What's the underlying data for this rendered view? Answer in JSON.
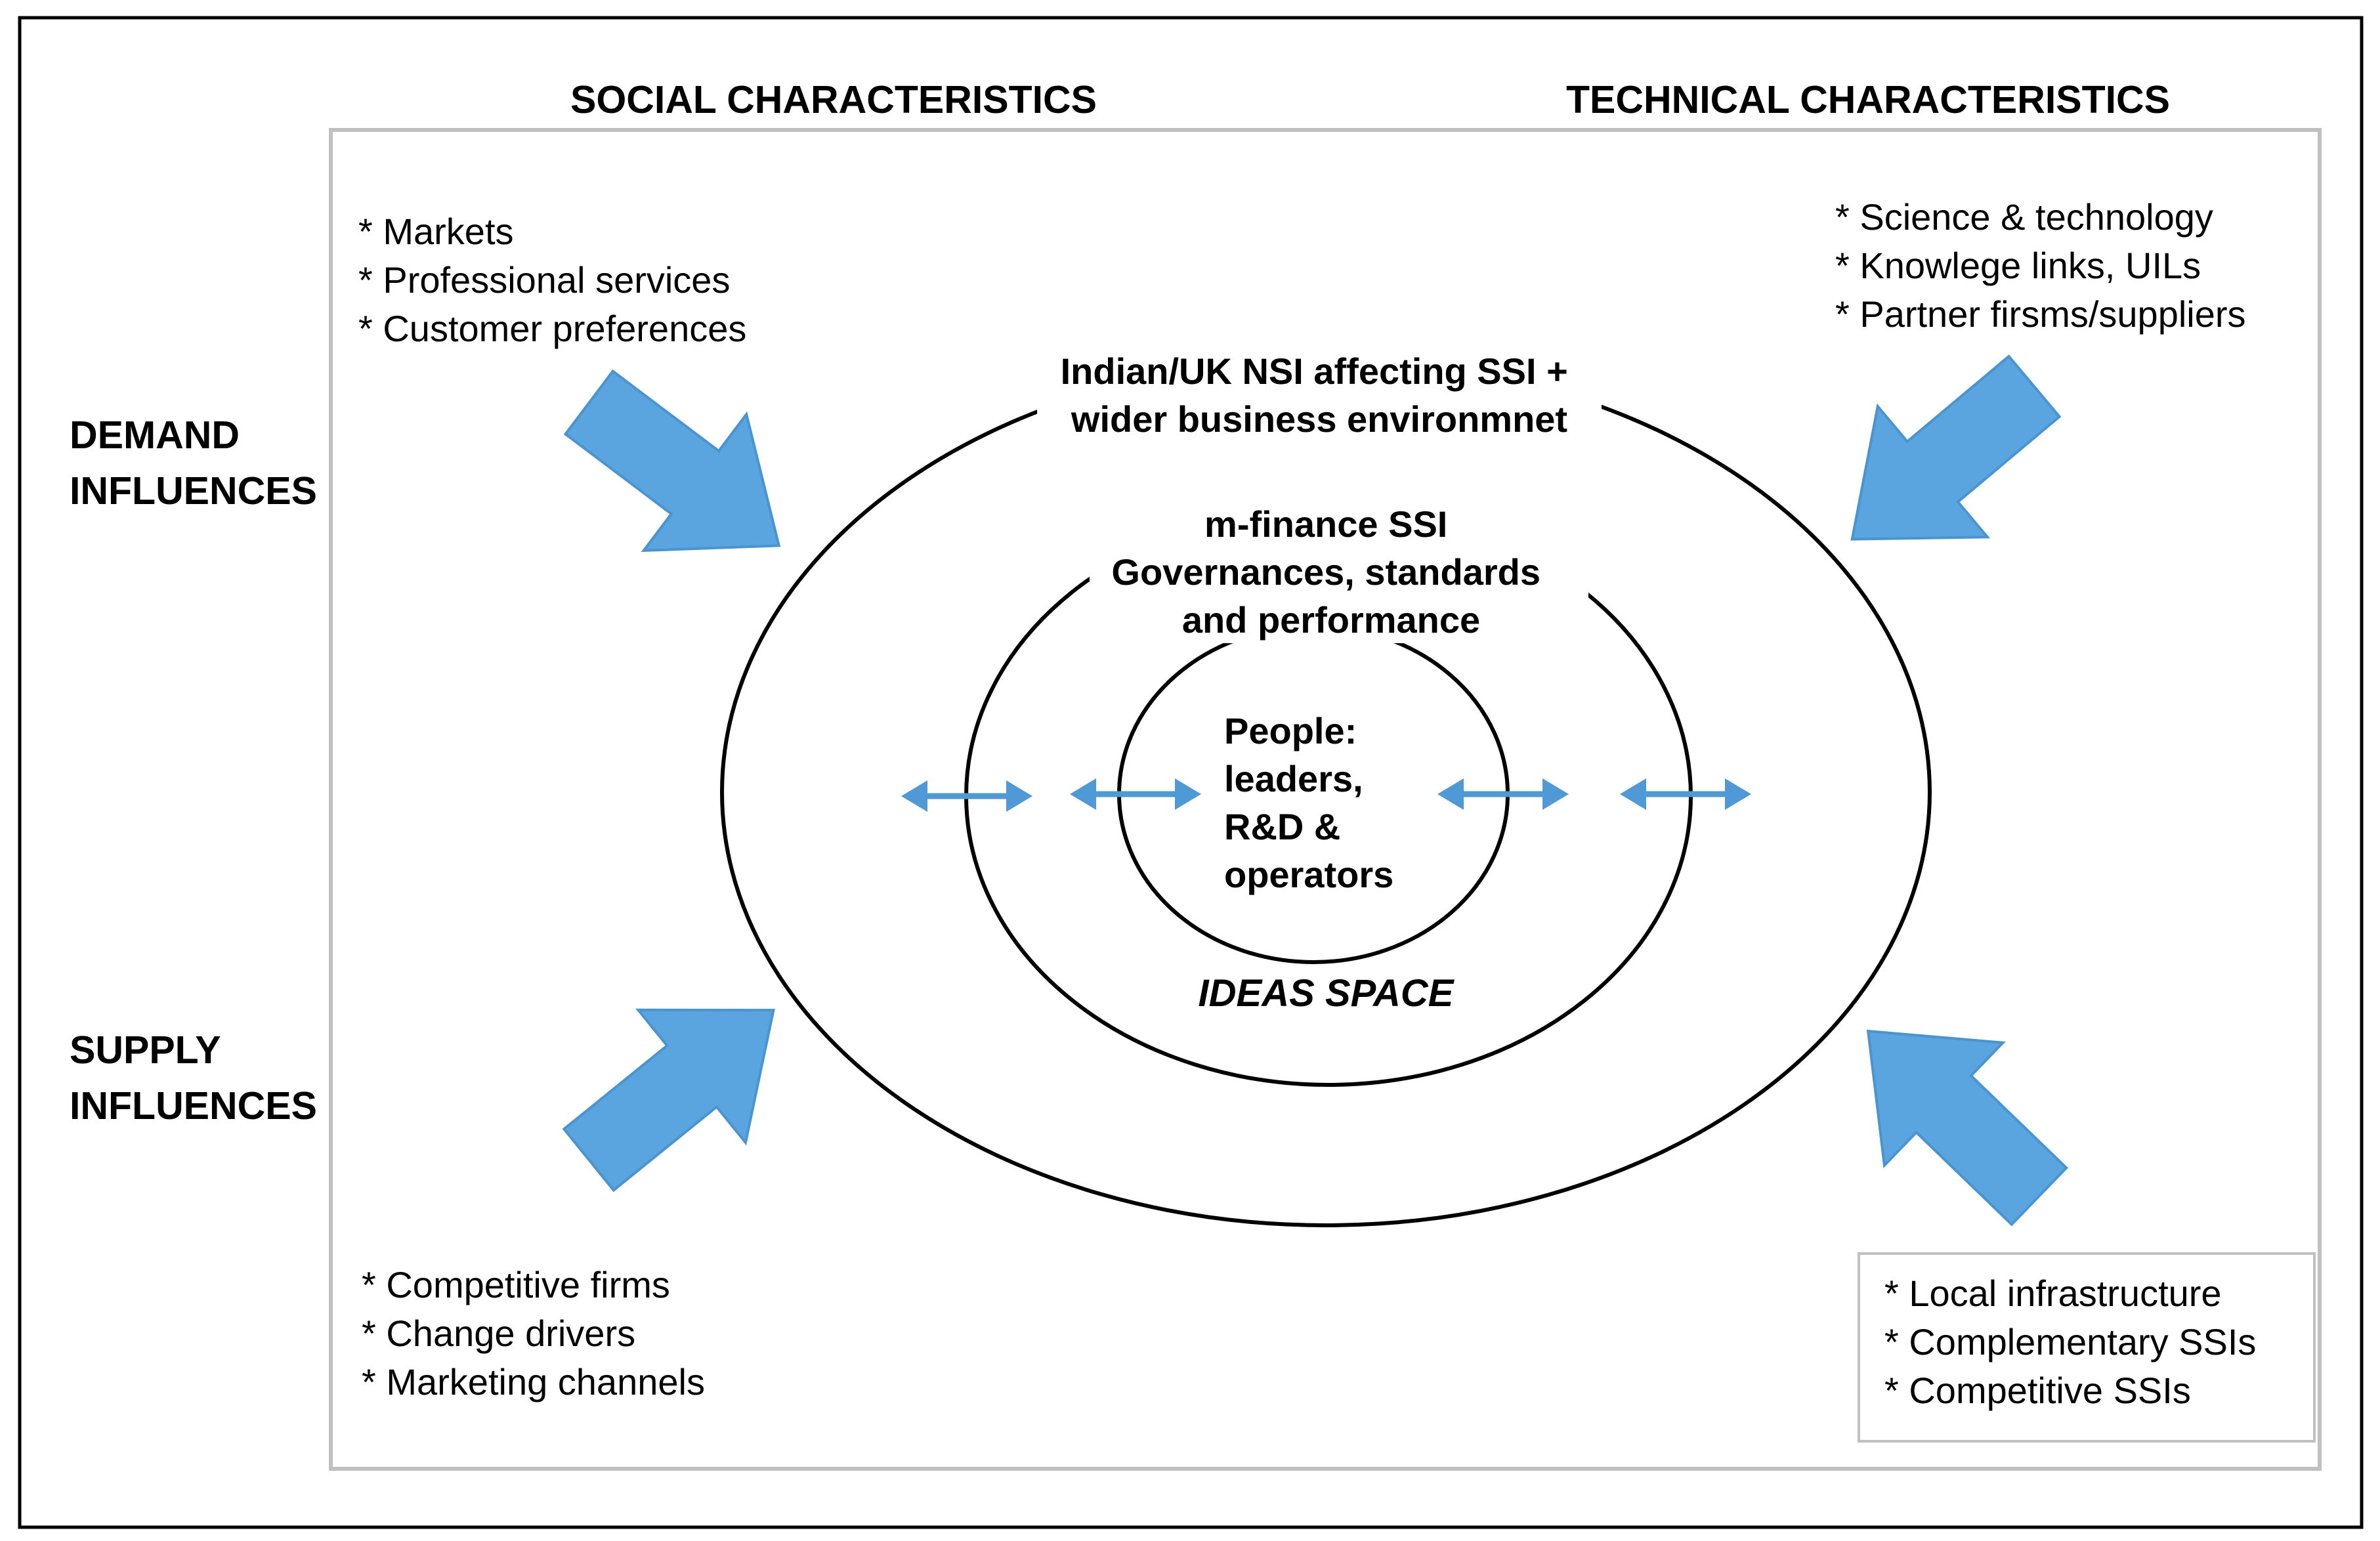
{
  "colors": {
    "arrow_fill": "#5aa5e0",
    "arrow_stroke": "#5aa5e0",
    "frame": "#000000",
    "inner_frame": "#c0c0c0"
  },
  "headers": {
    "social": "SOCIAL CHARACTERISTICS",
    "technical": "TECHNICAL CHARACTERISTICS"
  },
  "side_labels": {
    "demand": [
      "DEMAND",
      "INFLUENCES"
    ],
    "supply": [
      "SUPPLY",
      "INFLUENCES"
    ]
  },
  "lists": {
    "top_left": [
      "* Markets",
      "* Professional services",
      "* Customer preferences"
    ],
    "top_right": [
      "* Science & technology",
      "* Knowlege links, UILs",
      "* Partner firsms/suppliers"
    ],
    "bottom_left": [
      "* Competitive firms",
      "* Change drivers",
      "* Marketing channels"
    ],
    "bottom_right": [
      "* Local infrastructure",
      "* Complementary SSIs",
      "* Competitive SSIs"
    ]
  },
  "rings": {
    "outer": [
      "Indian/UK NSI affecting SSI +",
      "wider business environmnet"
    ],
    "middle": [
      "m-finance SSI",
      "Governances, standards",
      "and performance"
    ],
    "inner": [
      "People:",
      "leaders,",
      "R&D &",
      "operators"
    ],
    "ideas_space": "IDEAS SPACE"
  },
  "icons": {
    "influence_arrows": "block-arrow-icon",
    "exchange_arrows": "double-headed-arrow-icon"
  }
}
